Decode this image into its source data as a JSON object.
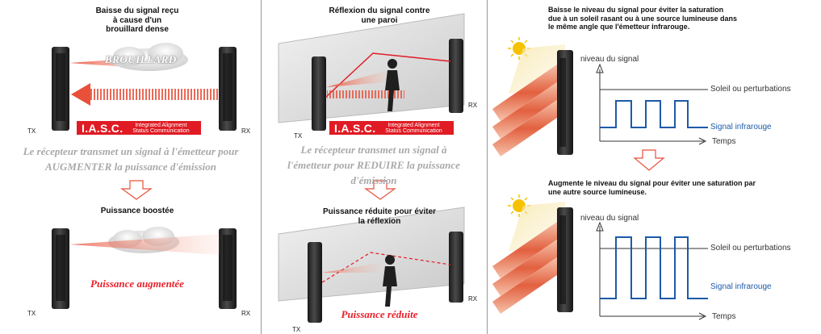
{
  "panel1": {
    "title_lines": [
      "Baisse du signal reçu",
      "à cause d'un",
      "brouillard dense"
    ],
    "fog_label": "BROUILLARD",
    "tx": "TX",
    "rx": "RX",
    "caption_lines": [
      "Le récepteur transmet un signal à l'émetteur pour",
      "AUGMENTER la puissance d'émission"
    ],
    "subtitle": "Puissance boostée",
    "result": "Puissance augmentée",
    "tx2": "TX",
    "rx2": "RX"
  },
  "panel2": {
    "title_lines": [
      "Réflexion du signal contre",
      "une paroi"
    ],
    "tx": "TX",
    "rx": "RX",
    "caption_lines": [
      "Le récepteur transmet un signal à",
      "l'émetteur pour REDUIRE la puissance",
      "d'émission"
    ],
    "subtitle_lines": [
      "Puissance réduite pour éviter",
      "la réflexion"
    ],
    "result": "Puissance réduite",
    "tx2": "TX",
    "rx2": "RX"
  },
  "badge": {
    "name": "I.A.S.C.",
    "line1": "Integrated Alignment",
    "line2": "Status Communication"
  },
  "panel3": {
    "title_lines": [
      "Baisse le niveau du signal pour éviter la saturation",
      "due à un soleil rasant ou à une source lumineuse dans",
      "le même angle que l'émetteur infrarouge."
    ],
    "subtitle_lines": [
      "Augmente le niveau du signal pour éviter une saturation par",
      "une autre source lumineuse."
    ],
    "top_chart": {
      "y_label": "niveau du signal",
      "sun_label": "Soleil ou perturbations",
      "ir_label": "Signal infrarouge",
      "x_label": "Temps"
    },
    "bottom_chart": {
      "y_label": "niveau du signal",
      "sun_label": "Soleil ou perturbations",
      "ir_label": "Signal infrarouge",
      "x_label": "Temps"
    }
  },
  "colors": {
    "accent_red": "#e01b24",
    "signal_blue": "#1d5aa8",
    "caption_grey": "#a9a9a9"
  }
}
